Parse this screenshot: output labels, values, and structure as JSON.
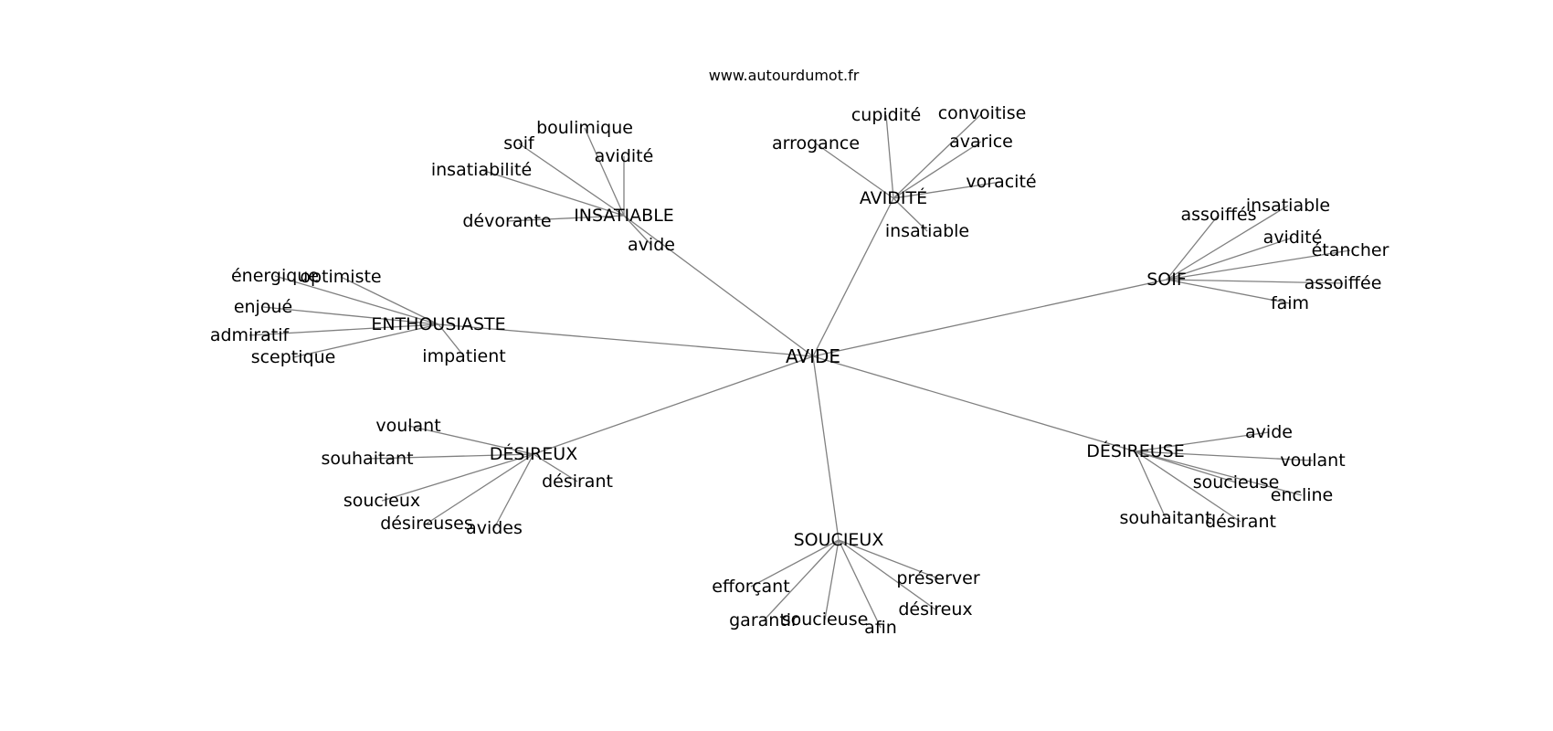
{
  "header": {
    "site": "www.autourdumot.fr"
  },
  "colors": {
    "edge": "#808080",
    "text": "#000000",
    "background": "#ffffff"
  },
  "graph": {
    "root": "AVIDE",
    "clusters": [
      {
        "label": "INSATIABLE",
        "words": [
          "boulimique",
          "soif",
          "avidité",
          "insatiabilité",
          "dévorante",
          "avide"
        ]
      },
      {
        "label": "AVIDITÉ",
        "words": [
          "cupidité",
          "convoitise",
          "arrogance",
          "avarice",
          "voracité",
          "insatiable"
        ]
      },
      {
        "label": "SOIF",
        "words": [
          "assoiffés",
          "insatiable",
          "avidité",
          "étancher",
          "assoiffée",
          "faim"
        ]
      },
      {
        "label": "ENTHOUSIASTE",
        "words": [
          "énergique",
          "optimiste",
          "enjoué",
          "admiratif",
          "sceptique",
          "impatient"
        ]
      },
      {
        "label": "DÉSIREUX",
        "words": [
          "voulant",
          "souhaitant",
          "désirant",
          "soucieux",
          "désireuses",
          "avides"
        ]
      },
      {
        "label": "DÉSIREUSE",
        "words": [
          "avide",
          "voulant",
          "soucieuse",
          "encline",
          "souhaitant",
          "désirant"
        ]
      },
      {
        "label": "SOUCIEUX",
        "words": [
          "préserver",
          "efforçant",
          "désireux",
          "garantir",
          "soucieuse",
          "afin"
        ]
      }
    ]
  }
}
